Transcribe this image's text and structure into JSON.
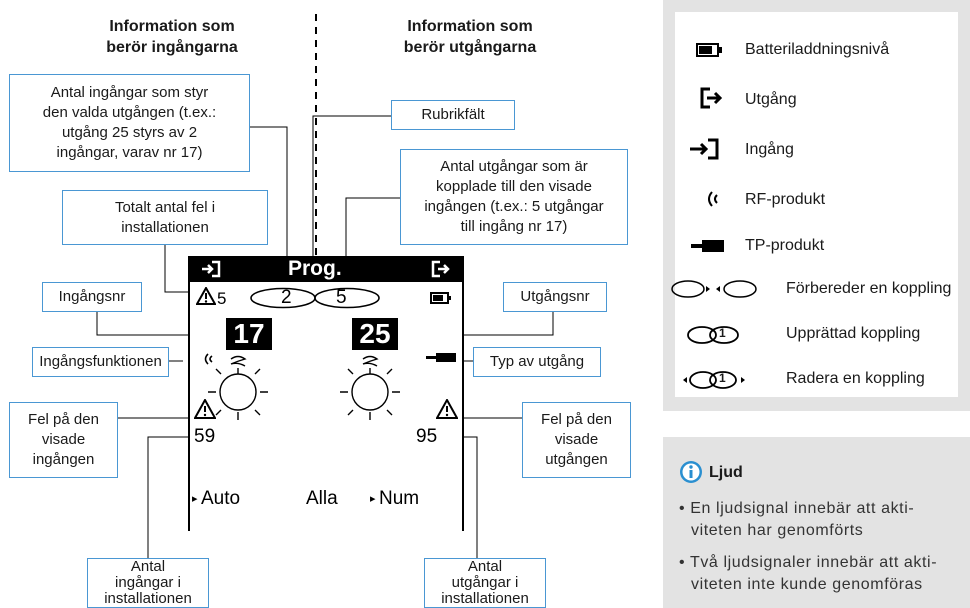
{
  "left_header": {
    "line1": "Information som",
    "line2": "berör ingångarna"
  },
  "right_header": {
    "line1": "Information som",
    "line2": "berör utgångarna"
  },
  "callouts": {
    "inputs_count": {
      "l1": "Antal ingångar som styr",
      "l2": "den valda utgången (t.ex.:",
      "l3": "utgång 25 styrs av 2",
      "l4": "ingångar, varav nr 17)"
    },
    "header_field": "Rubrikfält",
    "outputs_count": {
      "l1": "Antal utgångar som är",
      "l2": "kopplade till den visade",
      "l3": "ingången (t.ex.: 5 utgångar",
      "l4": "till ingång nr 17)"
    },
    "total_errors": {
      "l1": "Totalt antal fel i",
      "l2": "installationen"
    },
    "input_no": "Ingångsnr",
    "output_no": "Utgångsnr",
    "input_function": "Ingångsfunktionen",
    "output_type": "Typ av utgång",
    "input_error": {
      "l1": "Fel på den",
      "l2": "visade",
      "l3": "ingången"
    },
    "output_error": {
      "l1": "Fel på den",
      "l2": "visade",
      "l3": "utgången"
    },
    "inputs_in_install": {
      "l1": "Antal",
      "l2": "ingångar i",
      "l3": "installationen"
    },
    "outputs_in_install": {
      "l1": "Antal",
      "l2": "utgångar i",
      "l3": "installationen"
    }
  },
  "lcd": {
    "title": "Prog.",
    "error_count": "5",
    "link_left": "2",
    "link_right": "5",
    "input_number": "17",
    "output_number": "25",
    "input_errors": "59",
    "output_errors": "95",
    "soft_left": "Auto",
    "soft_mid": "Alla",
    "soft_right": "Num"
  },
  "legend": {
    "battery": "Batteriladdningsnivå",
    "output": "Utgång",
    "input": "Ingång",
    "rf": "RF-produkt",
    "tp": "TP-produkt",
    "preparing": "Förbereder en koppling",
    "link_number": "1",
    "established": "Upprättad koppling",
    "delete": "Radera en koppling"
  },
  "sound": {
    "title": "Ljud",
    "bullet1_l1": "• En ljudsignal innebär att akti-",
    "bullet1_l2": "viteten har genomförts",
    "bullet2_l1": "• Två ljudsignaler innebär att akti-",
    "bullet2_l2": "viteten inte kunde genomföras"
  },
  "colors": {
    "callout_border": "#4a97d3",
    "panel_bg": "#e3e3e3",
    "info_icon": "#2a8fd0"
  }
}
